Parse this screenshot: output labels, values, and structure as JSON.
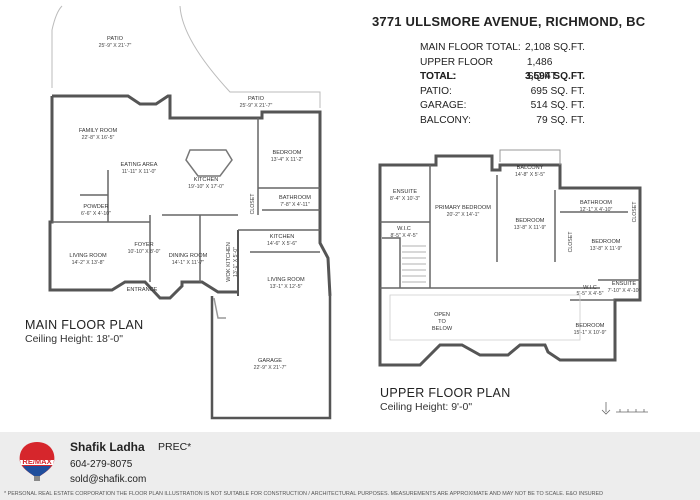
{
  "header": {
    "address": "3771 ULLSMORE AVENUE, RICHMOND, BC",
    "areas": [
      {
        "label": "MAIN FLOOR TOTAL:",
        "value": "2,108 SQ.FT."
      },
      {
        "label": "UPPER FLOOR TOTAL:",
        "value": "1,486 SQ.FT."
      },
      {
        "label": "TOTAL:",
        "value": "3,594 SQ.FT."
      },
      {
        "label": "PATIO:",
        "value": "695 SQ. FT."
      },
      {
        "label": "GARAGE:",
        "value": "514 SQ. FT."
      },
      {
        "label": "BALCONY:",
        "value": "79 SQ. FT."
      }
    ]
  },
  "main_floor": {
    "title": "MAIN FLOOR PLAN",
    "ceiling": "Ceiling Height: 18'-0\"",
    "rooms": [
      {
        "name": "PATIO",
        "dim": "25'-9\" X 21'-7\""
      },
      {
        "name": "PATIO",
        "dim": "25'-9\" X 21'-7\""
      },
      {
        "name": "FAMILY ROOM",
        "dim": "22'-8\" X 16'-5\""
      },
      {
        "name": "EATING AREA",
        "dim": "11'-11\" X 11'-0\""
      },
      {
        "name": "KITCHEN",
        "dim": "19'-10\" X 17'-0\""
      },
      {
        "name": "BEDROOM",
        "dim": "13'-4\" X 11'-2\""
      },
      {
        "name": "BATHROOM",
        "dim": "7'-8\" X 4'-11\""
      },
      {
        "name": "POWDER",
        "dim": "6'-6\" X 4'-10\""
      },
      {
        "name": "KITCHEN",
        "dim": "14'-6\" X 5'-6\""
      },
      {
        "name": "FOYER",
        "dim": "10'-10\" X 8'-0\""
      },
      {
        "name": "LIVING ROOM",
        "dim": "14'-2\" X 13'-8\""
      },
      {
        "name": "DINING ROOM",
        "dim": "14'-1\" X 11'-7\""
      },
      {
        "name": "LIVING ROOM",
        "dim": "13'-1\" X 12'-5\""
      },
      {
        "name": "WOK KITCHEN",
        "dim": "13'-1\" X 5'-0\""
      },
      {
        "name": "GARAGE",
        "dim": "22'-9\" X 21'-7\""
      }
    ],
    "labels": {
      "entrance": "ENTRANCE",
      "closet": "CLOSET"
    }
  },
  "upper_floor": {
    "title": "UPPER FLOOR PLAN",
    "ceiling": "Ceiling Height: 9'-0\"",
    "rooms": [
      {
        "name": "BALCONY",
        "dim": "14'-8\" X 5'-5\""
      },
      {
        "name": "ENSUITE",
        "dim": "8'-4\" X 10'-3\""
      },
      {
        "name": "PRIMARY BEDROOM",
        "dim": "20'-2\" X 14'-1\""
      },
      {
        "name": "BEDROOM",
        "dim": "13'-8\" X 11'-9\""
      },
      {
        "name": "BATHROOM",
        "dim": "12'-1\" X 4'-10\""
      },
      {
        "name": "W.I.C",
        "dim": "8'-5\" X 4'-5\""
      },
      {
        "name": "BEDROOM",
        "dim": "13'-8\" X 11'-9\""
      },
      {
        "name": "W.I.C",
        "dim": "5'-5\" X 4'-5\""
      },
      {
        "name": "ENSUITE",
        "dim": "7'-10\" X 4'-10\""
      },
      {
        "name": "BEDROOM",
        "dim": "15'-1\" X 10'-9\""
      }
    ],
    "labels": {
      "open": "OPEN",
      "to": "TO",
      "below": "BELOW",
      "closet": "CLOSET"
    }
  },
  "footer": {
    "brand": "RE/MAX",
    "agent_name": "Shafik Ladha",
    "agent_title": "PREC*",
    "phone": "604-279-8075",
    "email": "sold@shafik.com",
    "disclaimer": "* PERSONAL REAL ESTATE CORPORATION THE FLOOR PLAN ILLUSTRATION IS NOT SUITABLE FOR CONSTRUCTION / ARCHITECTURAL PURPOSES. MEASUREMENTS ARE APPROXIMATE AND MAY NOT BE TO SCALE. E&O INSURED",
    "colors": {
      "remax_red": "#d6262c",
      "remax_blue": "#1f4e9c"
    }
  }
}
